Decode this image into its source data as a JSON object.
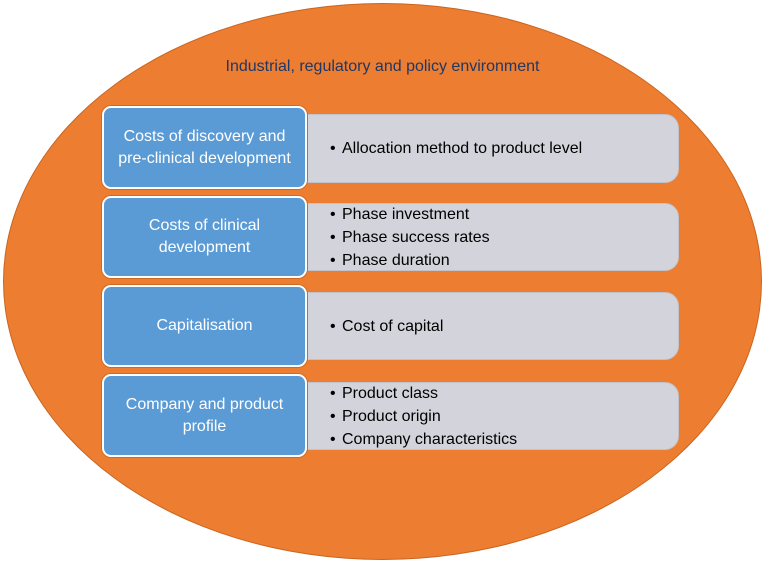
{
  "environment": {
    "title": "Industrial, regulatory and policy environment"
  },
  "rows": [
    {
      "label": "Costs of discovery and pre-clinical development",
      "bullets": [
        "Allocation method to product level"
      ]
    },
    {
      "label": "Costs of clinical development",
      "bullets": [
        "Phase investment",
        "Phase success rates",
        "Phase duration"
      ]
    },
    {
      "label": "Capitalisation",
      "bullets": [
        "Cost of capital"
      ]
    },
    {
      "label": "Company and product profile",
      "bullets": [
        "Product class",
        "Product origin",
        "Company characteristics"
      ]
    }
  ],
  "colors": {
    "environment_fill": "#ed7d31",
    "label_fill": "#5b9bd5",
    "detail_fill": "#d3d3db",
    "title_text": "#1f3864"
  }
}
